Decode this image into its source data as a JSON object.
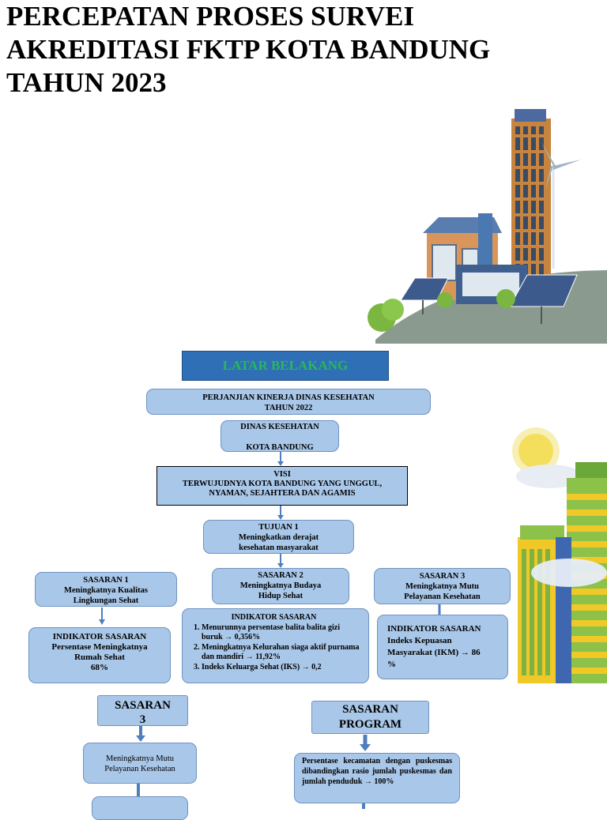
{
  "title": "PERCEPATAN PROSES SURVEI AKREDITASI  FKTP KOTA BANDUNG TAHUN 2023",
  "header": "LATAR BELAKANG",
  "perjanjian": [
    "PERJANJIAN KINERJA DINAS KESEHATAN",
    "TAHUN 2022"
  ],
  "dinas": [
    "DINAS KESEHATAN",
    "KOTA BANDUNG"
  ],
  "visi": [
    "VISI",
    "TERWUJUDNYA KOTA BANDUNG YANG UNGGUL,",
    "NYAMAN, SEJAHTERA DAN AGAMIS"
  ],
  "tujuan": [
    "TUJUAN 1",
    "Meningkatkan derajat",
    "kesehatan masyarakat"
  ],
  "sasaran1": [
    "SASARAN 1",
    "Meningkatnya Kualitas",
    "Lingkungan Sehat"
  ],
  "sasaran2": [
    "SASARAN 2",
    "Meningkatnya Budaya",
    "Hidup Sehat"
  ],
  "sasaran3": [
    "SASARAN 3",
    "Meningkatnya Mutu",
    "Pelayanan Kesehatan"
  ],
  "indikator1": [
    "INDIKATOR SASARAN",
    "Persentase Meningkatnya",
    "Rumah Sehat",
    "68%"
  ],
  "indikator2": {
    "title": "INDIKATOR SASARAN",
    "items": [
      "Menurunnya persentase balita balita gizi buruk → 0,356%",
      "Meningkatnya Kelurahan siaga aktif purnama  dan mandiri → 11,92%",
      "Indeks Keluarga Sehat (IKS) → 0,2"
    ]
  },
  "indikator3": [
    "INDIKATOR SASARAN",
    "Indeks Kepuasan",
    "Masyarakat (IKM) → 86",
    "%"
  ],
  "sasaran3b": [
    "SASARAN",
    "3"
  ],
  "mutu": [
    "Meningkatnya Mutu",
    "Pelayanan Kesehatan"
  ],
  "sasaranProgram": [
    "SASARAN",
    "PROGRAM"
  ],
  "persentase": "Persentase kecamatan dengan puskesmas dibandingkan rasio jumlah puskesmas dan jumlah penduduk → 100%",
  "colors": {
    "box": "#a9c7e8",
    "border": "#6f93c2",
    "header_bg": "#2f6fb5",
    "header_text": "#27b957",
    "arrow": "#4d7fbf"
  }
}
